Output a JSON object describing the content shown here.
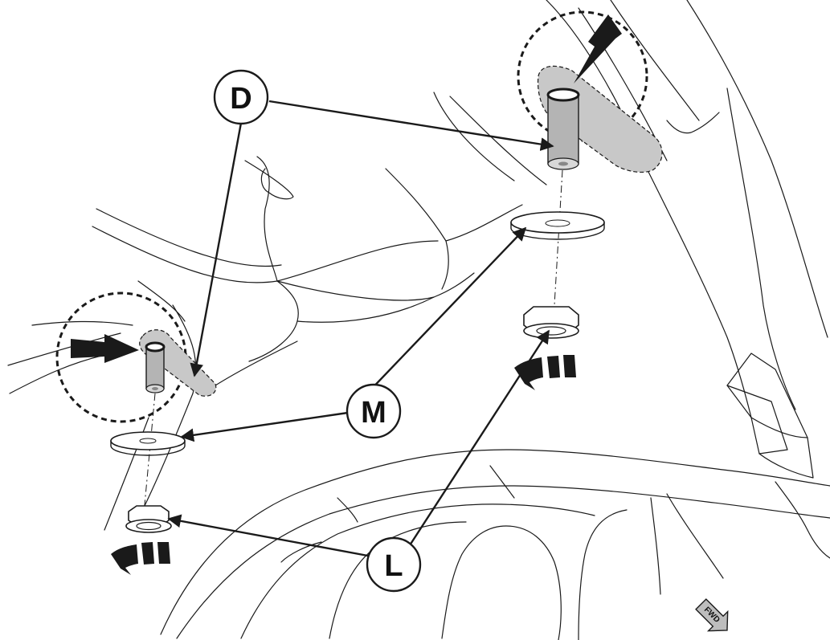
{
  "callouts": {
    "d": "D",
    "m": "M",
    "l": "L"
  },
  "fwd_label": "FWD",
  "colors": {
    "line": "#1a1a1a",
    "part_fill": "#c8c8c8",
    "bolt_fill": "#b4b4b4",
    "background": "#ffffff"
  }
}
